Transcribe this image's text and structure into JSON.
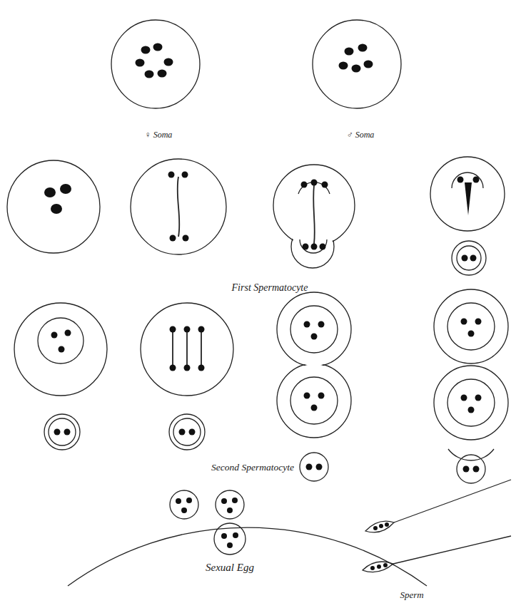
{
  "diagram": {
    "nodes": [
      {
        "text": [
          "♀ Soma"
        ]
      },
      {
        "text": [
          "♂ Soma"
        ]
      },
      {
        "text": [
          "Sexual Egg"
        ]
      }
    ],
    "labels": [
      "First Spermatocyte",
      "Second Spermatocyte",
      "Sperm"
    ]
  }
}
